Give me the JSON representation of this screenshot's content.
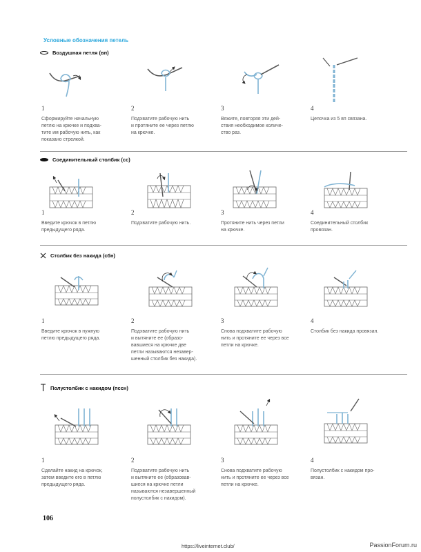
{
  "title": "Условные обозначения петель",
  "sections": [
    {
      "symbol": "oval-outline-icon",
      "heading": "Воздушная петля (вп)",
      "steps": [
        {
          "num": "1",
          "lines": [
            "Сформируйте начальную",
            "петлю на крючке и подхва-",
            "тите им рабочую нить, как",
            "показано стрелкой."
          ]
        },
        {
          "num": "2",
          "lines": [
            "Подхватите рабочую нить",
            "и протяните ее через петлю",
            "на крючке."
          ]
        },
        {
          "num": "3",
          "lines": [
            "Вяжите, повторяя эти дей-",
            "ствия необходимое количе-",
            "ство раз."
          ]
        },
        {
          "num": "4",
          "lines": [
            "Цепочка из 5 вп связана."
          ]
        }
      ]
    },
    {
      "symbol": "oval-filled-icon",
      "heading": "Соединительный столбик (сс)",
      "steps": [
        {
          "num": "1",
          "lines": [
            "Введите крючок в петлю",
            "предыдущего ряда."
          ]
        },
        {
          "num": "2",
          "lines": [
            "Подхватите рабочую нить."
          ]
        },
        {
          "num": "3",
          "lines": [
            "Протяните нить через петли",
            "на крючке."
          ]
        },
        {
          "num": "4",
          "lines": [
            "Соединительный столбик",
            "провязан."
          ]
        }
      ]
    },
    {
      "symbol": "cross-icon",
      "heading": "Столбик без накида (сбн)",
      "steps": [
        {
          "num": "1",
          "lines": [
            "Введите крючок в нужную",
            "петлю предыдущего ряда."
          ]
        },
        {
          "num": "2",
          "lines": [
            "Подхватите рабочую нить",
            "и вытяните ее (образо-",
            "вавшиеся на крючке две",
            "петли называются незавер-",
            "шенный столбик без накида)."
          ]
        },
        {
          "num": "3",
          "lines": [
            "Снова подхватите рабочую",
            "нить и протяните ее через все",
            "петли на крючке."
          ]
        },
        {
          "num": "4",
          "lines": [
            "Столбик без накида провязан."
          ]
        }
      ]
    },
    {
      "symbol": "t-bar-icon",
      "heading": "Полустолбик с накидом (пссн)",
      "steps": [
        {
          "num": "1",
          "lines": [
            "Сделайте накид на крючок,",
            "затем введите его в петлю",
            "предыдущего ряда."
          ]
        },
        {
          "num": "2",
          "lines": [
            "Подхватите рабочую нить",
            "и вытяните ее (образовав-",
            "шиеся на крючке петли",
            "называются незавершенный",
            "полустолбик с накидом)."
          ]
        },
        {
          "num": "3",
          "lines": [
            "Снова подхватите рабочую",
            "нить и протяните ее через все",
            "петли на крючке."
          ]
        },
        {
          "num": "4",
          "lines": [
            "Полустолбик с накидом про-",
            "вязан."
          ]
        }
      ]
    }
  ],
  "page_number": "106",
  "footer_url": "https://liveinternet.club/",
  "watermark": "PassionForum.ru",
  "colors": {
    "accent": "#2aa7dc",
    "yarn": "#7fb3d3",
    "hook": "#555555"
  }
}
